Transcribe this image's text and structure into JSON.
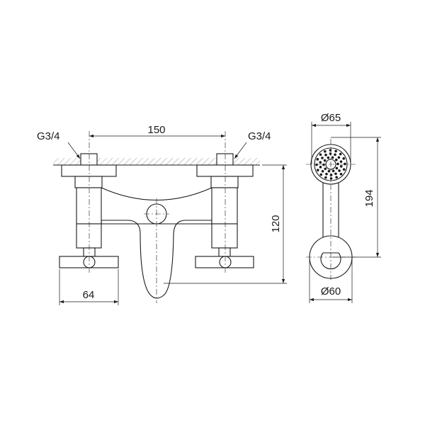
{
  "labels": {
    "thread_left": "G3/4",
    "thread_right": "G3/4",
    "center_distance": "150",
    "height": "120",
    "handle_width": "64",
    "head_diameter": "Ø65",
    "base_diameter": "Ø60",
    "hand_shower_length": "194"
  }
}
